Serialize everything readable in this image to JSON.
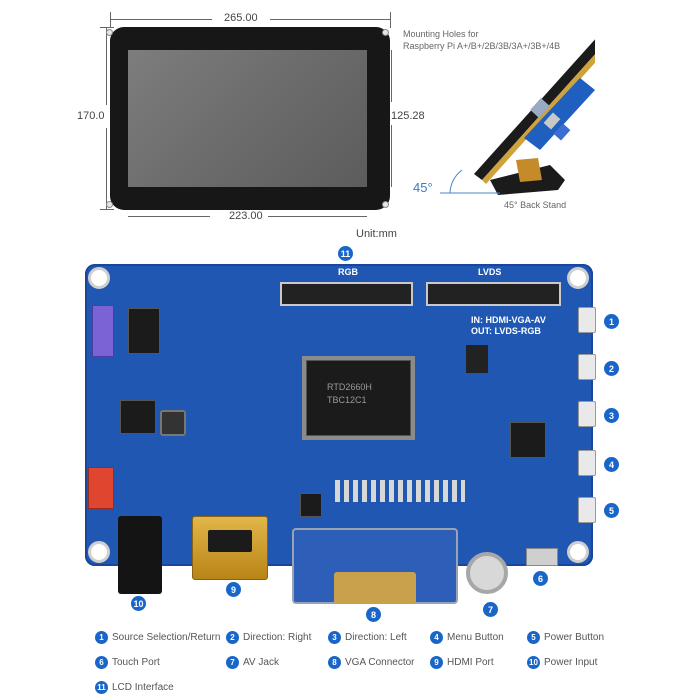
{
  "dimensions": {
    "top_width": "265.00",
    "height": "170.0",
    "screen_height": "125.28",
    "bottom_width": "223.00",
    "angle": "45°",
    "unit": "Unit:mm"
  },
  "notes": {
    "mounting_holes": "Mounting Holes for",
    "mounting_holes_models": "Raspberry Pi A+/B+/2B/3B/3A+/3B+/4B",
    "back_stand": "45° Back Stand"
  },
  "board": {
    "connector_rgb": "RGB",
    "connector_lvds": "LVDS",
    "in_label": "IN: HDMI-VGA-AV",
    "out_label": "OUT: LVDS-RGB",
    "chip_text_1": "RTD2660H",
    "chip_text_2": "TBC12C1"
  },
  "callouts": [
    "1",
    "2",
    "3",
    "4",
    "5",
    "6",
    "7",
    "8",
    "9",
    "10",
    "11"
  ],
  "legend": [
    {
      "num": "1",
      "label": "Source Selection/Return"
    },
    {
      "num": "2",
      "label": "Direction: Right"
    },
    {
      "num": "3",
      "label": "Direction: Left"
    },
    {
      "num": "4",
      "label": "Menu Button"
    },
    {
      "num": "5",
      "label": "Power Button"
    },
    {
      "num": "6",
      "label": "Touch Port"
    },
    {
      "num": "7",
      "label": "AV Jack"
    },
    {
      "num": "8",
      "label": "VGA Connector"
    },
    {
      "num": "9",
      "label": "HDMI Port"
    },
    {
      "num": "10",
      "label": "Power Input"
    },
    {
      "num": "11",
      "label": "LCD Interface"
    }
  ],
  "colors": {
    "pcb": "#1f57b2",
    "callout": "#1a66c8",
    "bezel": "#171717"
  }
}
